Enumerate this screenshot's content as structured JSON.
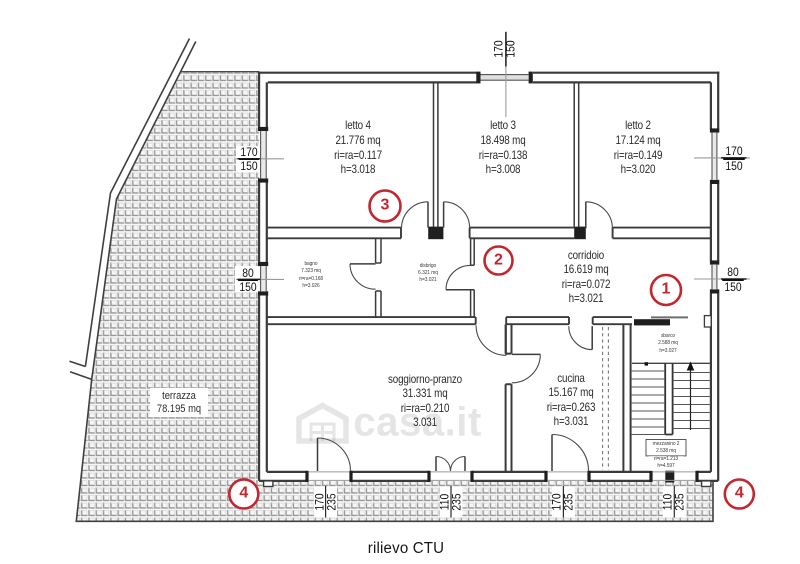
{
  "caption": "rilievo CTU",
  "watermark": {
    "text": "casa.it"
  },
  "colors": {
    "wall": "#3b3b3b",
    "marker_red": "#c2272f",
    "hatch_line": "#8f8f8f",
    "dim_gray": "#9a9a9a"
  },
  "rooms": {
    "letto4": {
      "name": "letto 4",
      "area": "21.776 mq",
      "ri": "ri=ra=0.117",
      "h": "h=3.018"
    },
    "letto3": {
      "name": "letto 3",
      "area": "18.498 mq",
      "ri": "ri=ra=0.138",
      "h": "h=3.008"
    },
    "letto2": {
      "name": "letto 2",
      "area": "17.124 mq",
      "ri": "ri=ra=0.149",
      "h": "h=3.020"
    },
    "corridoio": {
      "name": "corridoio",
      "area": "16.619 mq",
      "ri": "ri=ra=0.072",
      "h": "h=3.021"
    },
    "bagno": {
      "name": "bagno",
      "area": "7.323 mq",
      "ri": "ri=ra=0.168",
      "h": "h=3.026"
    },
    "disbrigo": {
      "name": "disbrigo",
      "area": "6.321 mq",
      "h": "h=3.021"
    },
    "soggiorno": {
      "name": "soggiorno-pranzo",
      "area": "31.331 mq",
      "ri": "ri=ra=0.210",
      "h": "3.031"
    },
    "cucina": {
      "name": "cucina",
      "area": "15.167 mq",
      "ri": "ri=ra=0.263",
      "h": "h=3.031"
    },
    "terrazza": {
      "name": "terrazza",
      "area": "78.195 mq"
    },
    "sbarco": {
      "name": "sbarco",
      "area": "2.588 mq",
      "h": "h=3.027"
    },
    "mezzanino": {
      "name": "mezzanino 2",
      "area": "2.538 mq",
      "ri": "ri=ra=1.213",
      "h": "h=4.597"
    }
  },
  "markers": {
    "m1": "1",
    "m2": "2",
    "m3": "3",
    "m4_left": "4",
    "m4_right": "4"
  },
  "dimensions": {
    "top_window": {
      "w": "170",
      "h": "150"
    },
    "left_window1": {
      "w": "170",
      "h": "150"
    },
    "left_window2": {
      "w": "80",
      "h": "150"
    },
    "right_window1": {
      "w": "170",
      "h": "150"
    },
    "right_window2": {
      "w": "80",
      "h": "150"
    },
    "door1": {
      "w": "170",
      "h": "235"
    },
    "door2": {
      "w": "110",
      "h": "235"
    },
    "door3": {
      "w": "170",
      "h": "235"
    },
    "door4": {
      "w": "110",
      "h": "235"
    }
  }
}
